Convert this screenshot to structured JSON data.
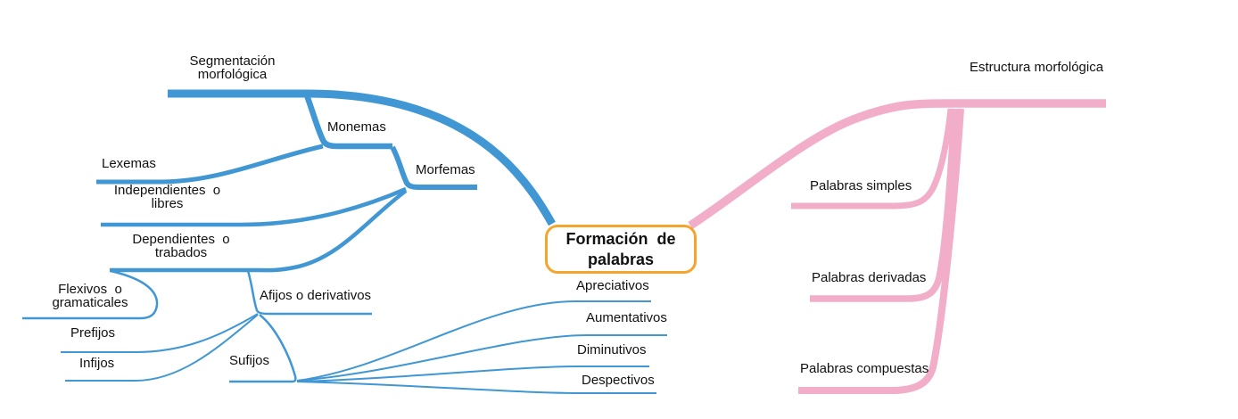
{
  "colors": {
    "branch_blue": "#4097D3",
    "branch_pink": "#F2ADC9",
    "center_border": "#F5A52C",
    "text": "#111111",
    "background": "#FFFFFF"
  },
  "mindmap": {
    "center": "Formación  de\npalabras",
    "branches": [
      {
        "label": "Segmentación\nmorfológica",
        "color": "#4097D3",
        "children": [
          {
            "label": "Monemas",
            "children": [
              {
                "label": "Lexemas"
              },
              {
                "label": "Morfemas",
                "children": [
                  {
                    "label": "Independientes  o\nlibres"
                  },
                  {
                    "label": "Dependientes  o\ntrabados",
                    "children": [
                      {
                        "label": "Flexivos  o\ngramaticales"
                      },
                      {
                        "label": "Afijos o derivativos",
                        "children": [
                          {
                            "label": "Prefijos"
                          },
                          {
                            "label": "Infijos"
                          },
                          {
                            "label": "Sufijos",
                            "children": [
                              {
                                "label": "Apreciativos"
                              },
                              {
                                "label": "Aumentativos"
                              },
                              {
                                "label": "Diminutivos"
                              },
                              {
                                "label": "Despectivos"
                              }
                            ]
                          }
                        ]
                      }
                    ]
                  }
                ]
              }
            ]
          }
        ]
      },
      {
        "label": "Estructura morfológica",
        "color": "#F2ADC9",
        "children": [
          {
            "label": "Palabras simples"
          },
          {
            "label": "Palabras derivadas"
          },
          {
            "label": "Palabras compuestas"
          }
        ]
      }
    ]
  }
}
